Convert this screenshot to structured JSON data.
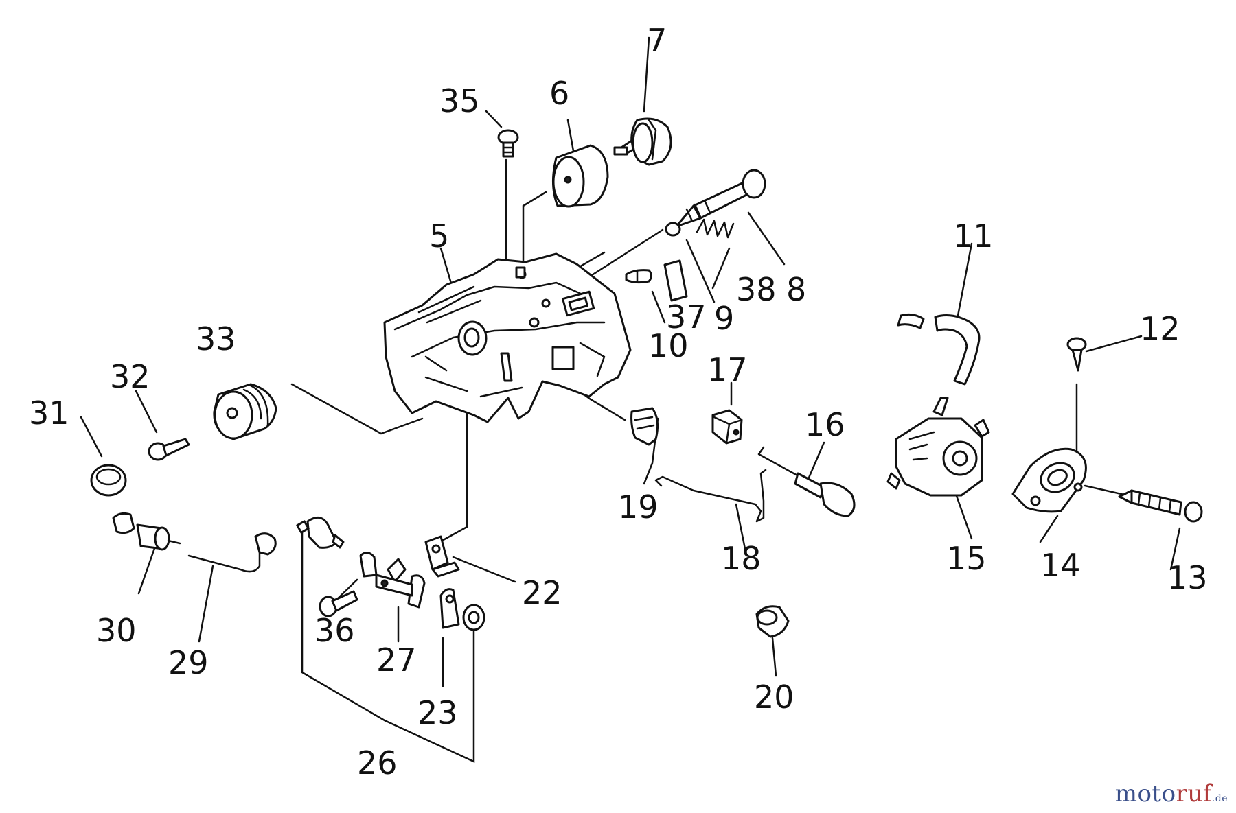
{
  "diagram": {
    "watermark": {
      "part1": "moto",
      "part2": "ruf",
      "part3": ".de"
    },
    "labels": [
      "5",
      "6",
      "7",
      "8",
      "9",
      "10",
      "11",
      "12",
      "13",
      "14",
      "15",
      "16",
      "17",
      "18",
      "19",
      "20",
      "22",
      "23",
      "26",
      "27",
      "29",
      "30",
      "31",
      "32",
      "33",
      "35",
      "36",
      "37",
      "38"
    ]
  }
}
